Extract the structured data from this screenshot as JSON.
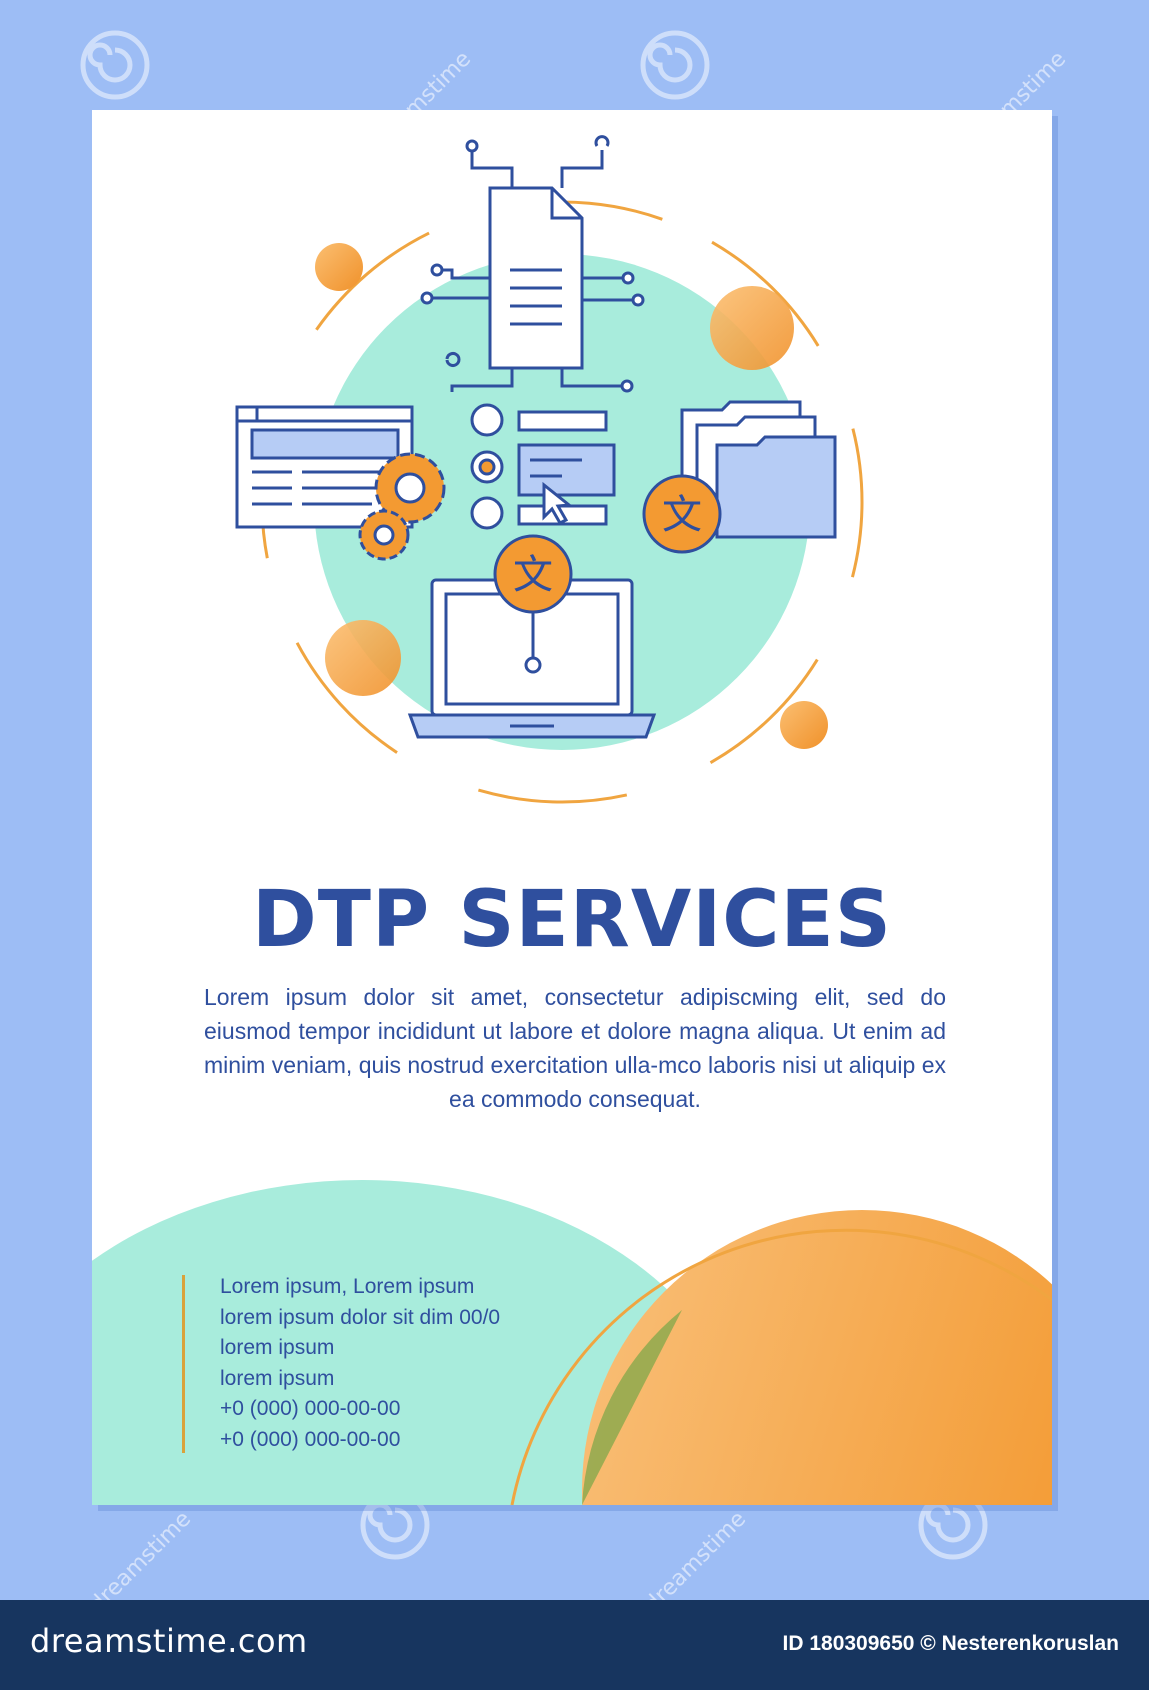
{
  "poster": {
    "title": "DTP SERVICES",
    "body": "Lorem ipsum dolor sit amet, consectetur adipiscмing elit, sed do eiusmod tempor incididunt ut labore et dolore magna aliqua. Ut enim ad minim veniam, quis nostrud exercitation ulla-mco laboris nisi ut aliquip ex ea commodo consequat.",
    "contact_lines": [
      "Lorem ipsum, Lorem ipsum",
      "lorem ipsum dolor sit dim 00/0",
      "lorem ipsum",
      "lorem ipsum",
      "+0 (000) 000-00-00",
      "+0 (000) 000-00-00"
    ]
  },
  "illustration": {
    "icons": [
      "document-network-icon",
      "browser-window-icon",
      "gears-icon",
      "checklist-form-icon",
      "cursor-icon",
      "folders-icon",
      "translate-icon",
      "laptop-icon"
    ],
    "translate_glyph": "文"
  },
  "watermark": {
    "text": "dreamstime"
  },
  "footer": {
    "logo_text": "dreamstime.com",
    "id_text": "ID 180309650 © Nesterenkoruslan"
  },
  "colors": {
    "background": "#9dbdf5",
    "title_blue": "#2f4f9e",
    "mint": "#a8ecdc",
    "orange": "#f39a32",
    "footer": "#17355f"
  }
}
